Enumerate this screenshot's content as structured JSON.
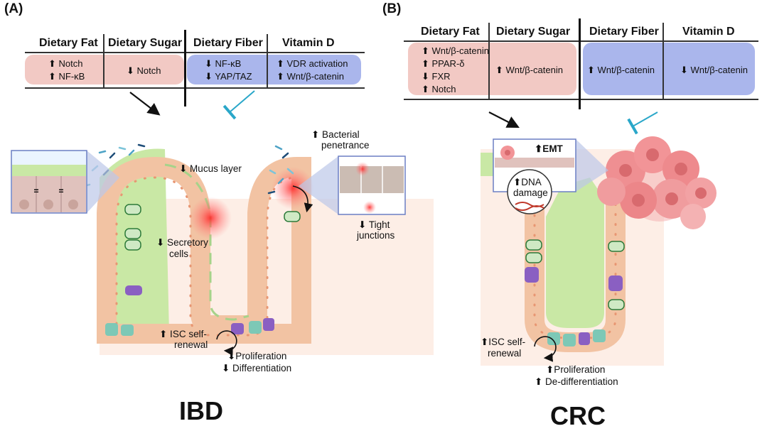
{
  "panel_a": {
    "label": "(A)",
    "title": "IBD",
    "headers": [
      "Dietary Fat",
      "Dietary Sugar",
      "Dietary Fiber",
      "Vitamin D"
    ],
    "fat": [
      "⬆ Notch",
      "⬆ NF-κB"
    ],
    "sugar": [
      "⬇ Notch"
    ],
    "fiber": [
      "⬇ NF-κB",
      "⬇ YAP/TAZ"
    ],
    "vitd": [
      "⬆ VDR activation",
      "⬆ Wnt/β-catenin"
    ],
    "annotations": {
      "mucus": "⬇ Mucus layer",
      "bacterial_1": "⬆ Bacterial",
      "bacterial_2": "penetrance",
      "secretory_1": "⬇ Secretory",
      "secretory_2": "cells",
      "tight_1": "⬇ Tight",
      "tight_2": "junctions",
      "isc_1": "⬆ ISC self-",
      "isc_2": "renewal",
      "prolif": "⬇Proliferation",
      "diff": "⬇ Differentiation"
    }
  },
  "panel_b": {
    "label": "(B)",
    "title": "CRC",
    "headers": [
      "Dietary Fat",
      "Dietary Sugar",
      "Dietary Fiber",
      "Vitamin D"
    ],
    "fat": [
      "⬆ Wnt/β-catenin",
      "⬆ PPAR-δ",
      "⬇ FXR",
      "⬆ Notch"
    ],
    "sugar": [
      "⬆ Wnt/β-catenin"
    ],
    "fiber": [
      "⬆ Wnt/β-catenin"
    ],
    "vitd": [
      "⬇ Wnt/β-catenin"
    ],
    "annotations": {
      "emt": "⬆EMT",
      "dna_1": "⬆DNA",
      "dna_2": "damage",
      "isc_1": "⬆ISC self-",
      "isc_2": "renewal",
      "prolif": "⬆Proliferation",
      "dediff": "⬆ De-differentiation"
    }
  },
  "colors": {
    "promote_box": "#f2c9c4",
    "inhibit_box": "#aab6ec",
    "inhibit_arrow": "#2aa7c9",
    "lamina": "#c9e8a5",
    "epithelium": "#f6d3b6",
    "inflammation": "#f24a4a"
  }
}
